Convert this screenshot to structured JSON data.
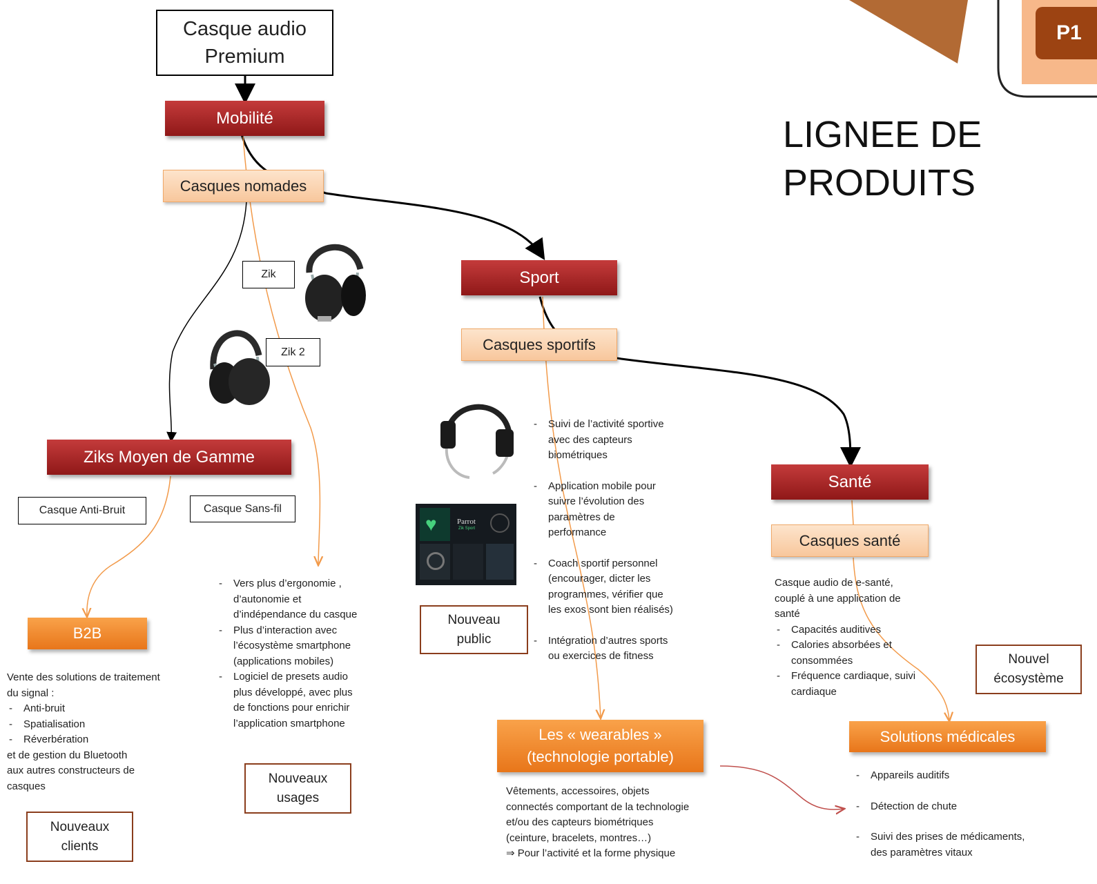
{
  "badge": {
    "text": "P1"
  },
  "title": {
    "line1": "LIGNEE DE",
    "line2": "PRODUITS"
  },
  "root": {
    "line1": "Casque audio",
    "line2": "Premium"
  },
  "mobilite": "Mobilité",
  "nomades": "Casques nomades",
  "zik": "Zik",
  "zik2": "Zik 2",
  "ziks_moyen": "Ziks Moyen de Gamme",
  "anti_bruit": "Casque  Anti-Bruit",
  "sans_fil": "Casque  Sans-fil",
  "b2b": {
    "label": "B2B",
    "intro1": "Vente des solutions de traitement",
    "intro2": "du signal :",
    "items": [
      "Anti-bruit",
      "Spatialisation",
      "Réverbération"
    ],
    "outro1": "et de gestion du Bluetooth",
    "outro2": "aux autres constructeurs de",
    "outro3": "casques"
  },
  "nouveaux_clients": {
    "line1": "Nouveaux",
    "line2": "clients"
  },
  "usages_list": [
    [
      "Vers plus d’ergonomie ,",
      "d’autonomie et",
      "d’indépendance du casque"
    ],
    [
      "Plus d’interaction avec",
      "l’écosystème smartphone",
      "(applications mobiles)"
    ],
    [
      "Logiciel de presets audio",
      "plus développé, avec plus",
      "de fonctions pour enrichir",
      "l’application smartphone"
    ]
  ],
  "nouveaux_usages": {
    "line1": "Nouveaux",
    "line2": "usages"
  },
  "sport": "Sport",
  "sportifs": "Casques sportifs",
  "app_screen": {
    "brand": "Parrot",
    "sub": "Zik Sport"
  },
  "sport_list": [
    [
      "Suivi de l’activité sportive",
      "avec des capteurs",
      "biométriques"
    ],
    [
      "Application mobile pour",
      "suivre l’évolution des",
      "paramètres de",
      "performance"
    ],
    [
      "Coach sportif personnel",
      "(encourager, dicter les",
      "programmes, vérifier que",
      "les exos sont bien réalisés)"
    ],
    [
      "Intégration d’autres sports",
      "ou exercices de fitness"
    ]
  ],
  "nouveau_public": {
    "line1": "Nouveau",
    "line2": "public"
  },
  "wearables": {
    "line1": "Les « wearables »",
    "line2": "(technologie portable)",
    "desc": [
      "Vêtements,  accessoires, objets",
      "connectés  comportant de la technologie",
      "et/ou des capteurs biométriques",
      "(ceinture, bracelets, montres…)",
      "⇒ Pour l’activité et la forme physique"
    ]
  },
  "sante": "Santé",
  "casques_sante": "Casques santé",
  "sante_desc": {
    "intro": [
      "Casque audio de e-santé,",
      "couplé à une application de",
      "santé"
    ],
    "items": [
      [
        "Capacités auditives"
      ],
      [
        "Calories absorbées et",
        "consommées"
      ],
      [
        "Fréquence cardiaque, suivi",
        "cardiaque"
      ]
    ]
  },
  "nouvel_eco": {
    "line1": "Nouvel",
    "line2": "écosystème"
  },
  "medicales": {
    "label": "Solutions médicales",
    "items": [
      [
        "Appareils auditifs"
      ],
      [
        "Détection de chute"
      ],
      [
        "Suivi des prises de médicaments,",
        "des paramètres vitaux"
      ]
    ]
  },
  "colors": {
    "dark_red": "#9e2020",
    "orange": "#f08a2c",
    "peach": "#fbd6b3",
    "brown": "#8a3d1c",
    "corner": "#b26a34"
  }
}
